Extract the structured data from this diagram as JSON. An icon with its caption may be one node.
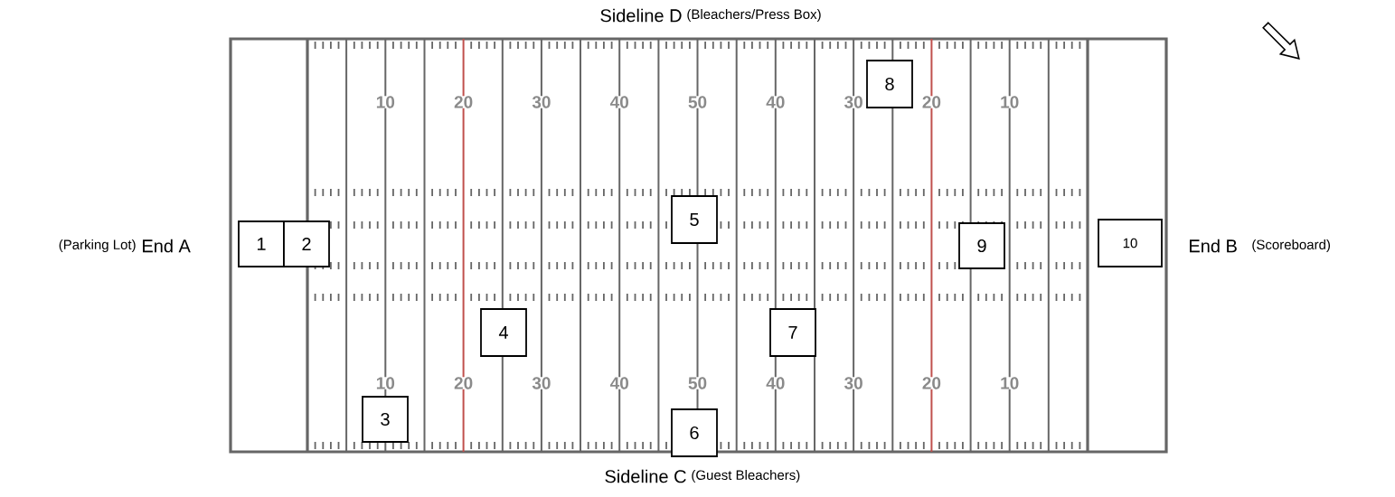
{
  "diagram": {
    "nodes": [
      {
        "text": [
          "1"
        ]
      },
      {
        "text": [
          "2"
        ]
      },
      {
        "text": [
          "3"
        ]
      },
      {
        "text": [
          "4"
        ]
      },
      {
        "text": [
          "5"
        ]
      },
      {
        "text": [
          "6"
        ]
      },
      {
        "text": [
          "7"
        ]
      },
      {
        "text": [
          "8"
        ]
      },
      {
        "text": [
          "9"
        ]
      },
      {
        "text": [
          "10"
        ]
      }
    ],
    "labels": [
      "Sideline D",
      "(Bleachers/Press Box)",
      "10",
      "20",
      "30",
      "40",
      "50",
      "40",
      "30",
      "20",
      "10",
      "(Parking Lot)",
      "End A",
      "End B",
      "(Scoreboard)",
      "10",
      "20",
      "30",
      "40",
      "50",
      "40",
      "30",
      "20",
      "10",
      "Sideline C",
      "(Guest Bleachers)"
    ]
  }
}
